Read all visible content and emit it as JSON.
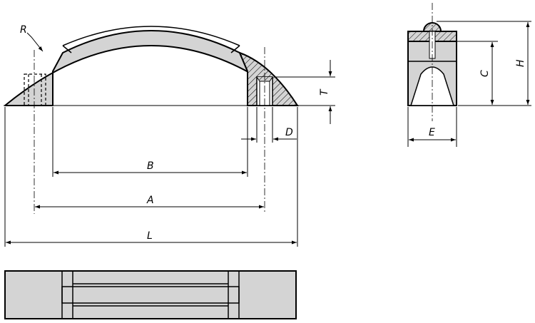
{
  "labels": {
    "R": "R",
    "B": "B",
    "A": "A",
    "L": "L",
    "D": "D",
    "T": "T",
    "E": "E",
    "C": "C",
    "H": "H"
  },
  "colors": {
    "line": "#000000",
    "fill": "#d4d4d4",
    "background": "#ffffff"
  }
}
